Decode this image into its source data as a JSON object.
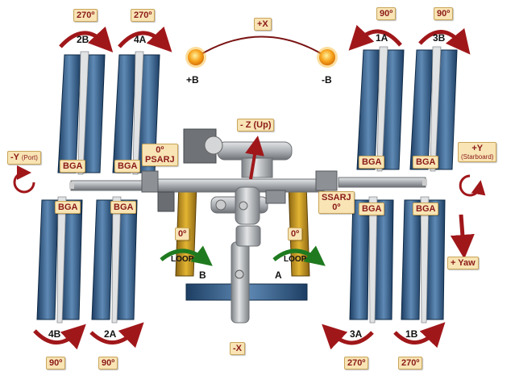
{
  "colors": {
    "tag_fill": "#f8e4b4",
    "tag_text": "#8b1a1a",
    "arrow_red": "#a0171a",
    "loop_green": "#1f7a1f",
    "panel_blue": "#2f5d8c",
    "truss_gray": "#b8bcc0",
    "radiator_gold": "#d9a825"
  },
  "arrays": {
    "a2B": {
      "label": "2B",
      "angle": "270º"
    },
    "a4A": {
      "label": "4A",
      "angle": "270º"
    },
    "a1A": {
      "label": "1A",
      "angle": "90º"
    },
    "a3B": {
      "label": "3B",
      "angle": "90º"
    },
    "a4B": {
      "label": "4B",
      "angle": "90º"
    },
    "a2A": {
      "label": "2A",
      "angle": "90º"
    },
    "a3A": {
      "label": "3A",
      "angle": "270º"
    },
    "a1B": {
      "label": "1B",
      "angle": "270º"
    }
  },
  "sun": {
    "plus_x": "+X",
    "plus_b": "+B",
    "minus_b": "-B"
  },
  "axes": {
    "minus_z": "- Z (Up)",
    "minus_y": "-Y",
    "minus_y_sub": "(Port)",
    "plus_y": "+Y",
    "plus_y_sub": "(Starboard)",
    "plus_yaw": "+ Yaw",
    "minus_x": "-X"
  },
  "joints": {
    "bga": "BGA",
    "psarj_angle": "0º",
    "psarj": "PSARJ",
    "ssarj": "SSARJ",
    "ssarj_angle": "0º"
  },
  "radiators": {
    "loop_label": "LOOP",
    "left_angle": "0º",
    "right_angle": "0º",
    "b": "B",
    "a": "A"
  }
}
